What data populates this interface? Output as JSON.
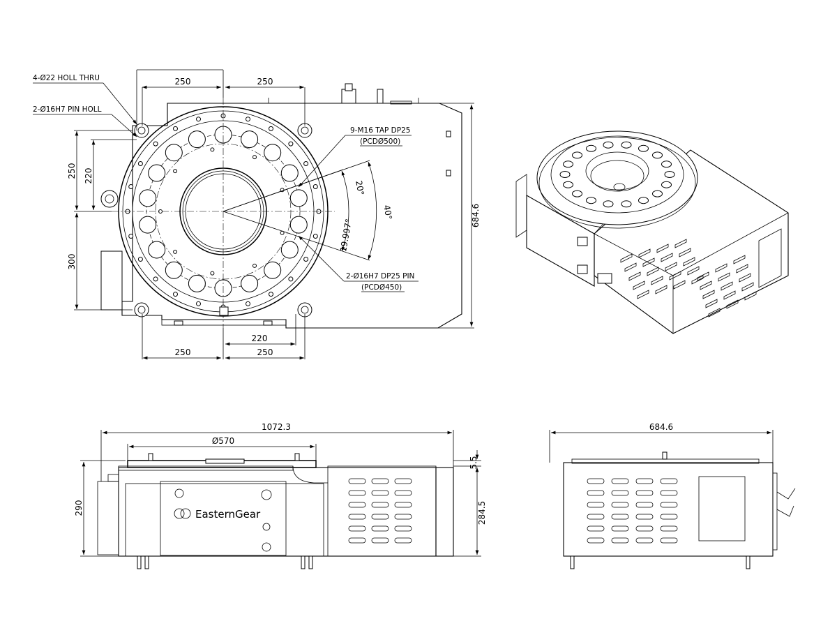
{
  "notes": {
    "holes_thru": "4-Ø22 HOLL THRU",
    "pin_holes": "2-Ø16H7 PIN HOLL",
    "tap": "9-M16 TAP DP25",
    "tap_pcd": "(PCDØ500)",
    "pin": "2-Ø16H7 DP25 PIN",
    "pin_pcd": "(PCDØ450)"
  },
  "top_view": {
    "dim_top_left": "250",
    "dim_top_right": "250",
    "dim_bottom_left": "250",
    "dim_bottom_right": "250",
    "dim_bottom_220": "220",
    "dim_left_250": "250",
    "dim_left_220": "220",
    "dim_left_300": "300",
    "dim_right_height": "684.6",
    "angle_20": "20°",
    "angle_40": "40°",
    "angle_19": "19.997°"
  },
  "front_view": {
    "overall_length": "1072.3",
    "diameter": "Ø570",
    "height_290": "290",
    "height_284": "284.5",
    "height_5": "5.5",
    "brand": "EasternGear"
  },
  "side_view": {
    "width": "684.6"
  }
}
